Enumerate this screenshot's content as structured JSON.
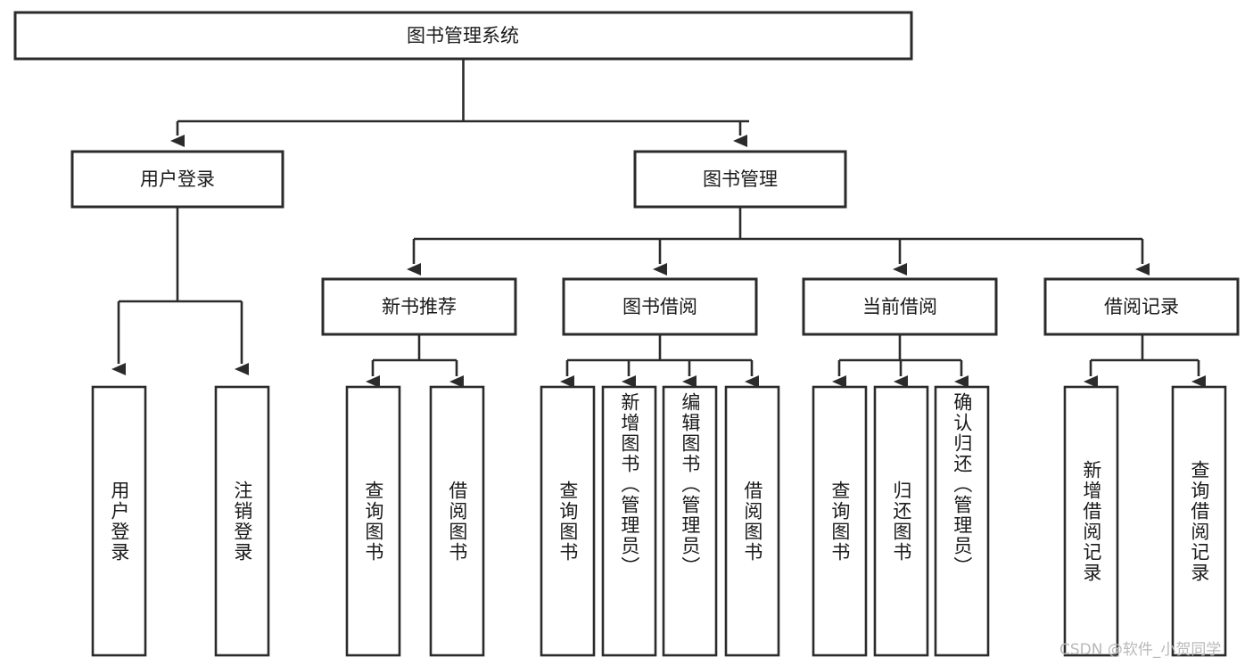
{
  "diagram": {
    "type": "hierarchy-tree",
    "title": "图书管理系统",
    "watermark": "CSDN @软件_小贺同学",
    "colors": {
      "stroke": "#2b2b2b",
      "fill": "#ffffff",
      "text": "#1a1a1a",
      "watermark": "#b9b9b9"
    },
    "levels": {
      "root": {
        "label": "图书管理系统"
      },
      "level2": [
        {
          "label": "用户登录"
        },
        {
          "label": "图书管理"
        }
      ],
      "level3": [
        {
          "label": "新书推荐"
        },
        {
          "label": "图书借阅"
        },
        {
          "label": "当前借阅"
        },
        {
          "label": "借阅记录"
        }
      ],
      "leaves": [
        {
          "label": "用户登录",
          "parent": "用户登录"
        },
        {
          "label": "注销登录",
          "parent": "用户登录"
        },
        {
          "label": "查询图书",
          "parent": "新书推荐"
        },
        {
          "label": "借阅图书",
          "parent": "新书推荐"
        },
        {
          "label": "查询图书",
          "parent": "图书借阅"
        },
        {
          "label": "新增图书（管理员）",
          "parent": "图书借阅"
        },
        {
          "label": "编辑图书（管理员）",
          "parent": "图书借阅"
        },
        {
          "label": "借阅图书",
          "parent": "图书借阅"
        },
        {
          "label": "查询图书",
          "parent": "当前借阅"
        },
        {
          "label": "归还图书",
          "parent": "当前借阅"
        },
        {
          "label": "确认归还（管理员）",
          "parent": "当前借阅"
        },
        {
          "label": "新增借阅记录",
          "parent": "借阅记录"
        },
        {
          "label": "查询借阅记录",
          "parent": "借阅记录"
        }
      ]
    }
  }
}
